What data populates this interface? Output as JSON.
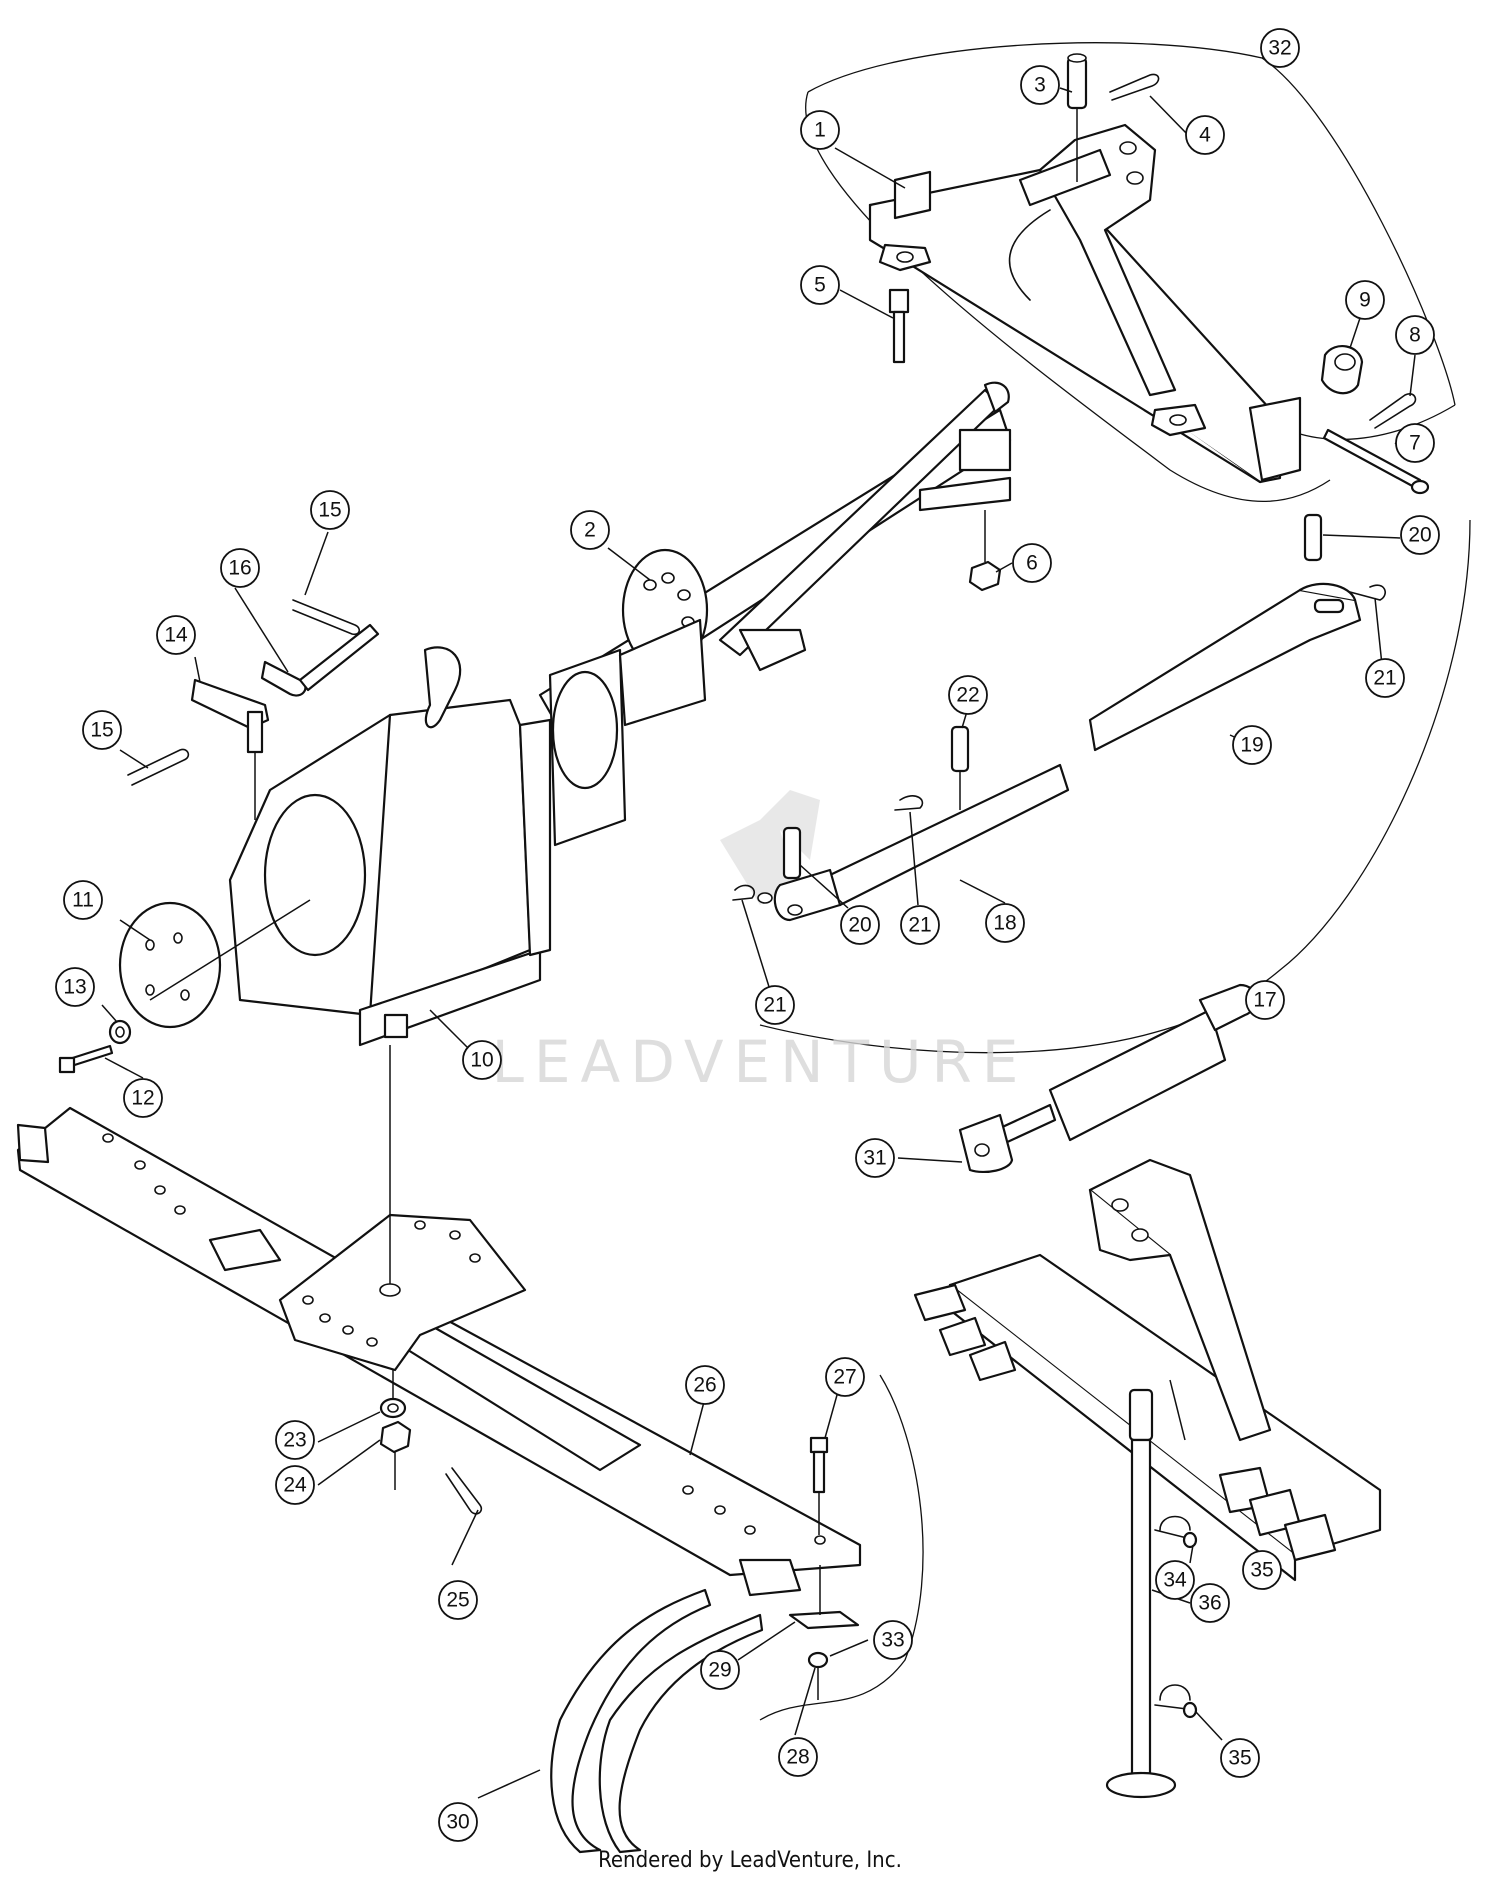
{
  "diagram": {
    "watermark": "LEADVENTURE",
    "footer": "Rendered by LeadVenture, Inc.",
    "callouts": [
      {
        "id": "c1",
        "label": "1"
      },
      {
        "id": "c2",
        "label": "2"
      },
      {
        "id": "c3",
        "label": "3"
      },
      {
        "id": "c4",
        "label": "4"
      },
      {
        "id": "c5",
        "label": "5"
      },
      {
        "id": "c6",
        "label": "6"
      },
      {
        "id": "c7",
        "label": "7"
      },
      {
        "id": "c8",
        "label": "8"
      },
      {
        "id": "c9",
        "label": "9"
      },
      {
        "id": "c10",
        "label": "10"
      },
      {
        "id": "c11",
        "label": "11"
      },
      {
        "id": "c12",
        "label": "12"
      },
      {
        "id": "c13",
        "label": "13"
      },
      {
        "id": "c14",
        "label": "14"
      },
      {
        "id": "c15a",
        "label": "15"
      },
      {
        "id": "c15b",
        "label": "15"
      },
      {
        "id": "c16",
        "label": "16"
      },
      {
        "id": "c17",
        "label": "17"
      },
      {
        "id": "c18",
        "label": "18"
      },
      {
        "id": "c19",
        "label": "19"
      },
      {
        "id": "c20a",
        "label": "20"
      },
      {
        "id": "c20b",
        "label": "20"
      },
      {
        "id": "c21a",
        "label": "21"
      },
      {
        "id": "c21b",
        "label": "21"
      },
      {
        "id": "c21c",
        "label": "21"
      },
      {
        "id": "c22",
        "label": "22"
      },
      {
        "id": "c23",
        "label": "23"
      },
      {
        "id": "c24",
        "label": "24"
      },
      {
        "id": "c25",
        "label": "25"
      },
      {
        "id": "c26",
        "label": "26"
      },
      {
        "id": "c27",
        "label": "27"
      },
      {
        "id": "c28",
        "label": "28"
      },
      {
        "id": "c29",
        "label": "29"
      },
      {
        "id": "c30",
        "label": "30"
      },
      {
        "id": "c31",
        "label": "31"
      },
      {
        "id": "c32",
        "label": "32"
      },
      {
        "id": "c33",
        "label": "33"
      },
      {
        "id": "c34",
        "label": "34"
      },
      {
        "id": "c35a",
        "label": "35"
      },
      {
        "id": "c35b",
        "label": "35"
      },
      {
        "id": "c36",
        "label": "36"
      }
    ]
  }
}
